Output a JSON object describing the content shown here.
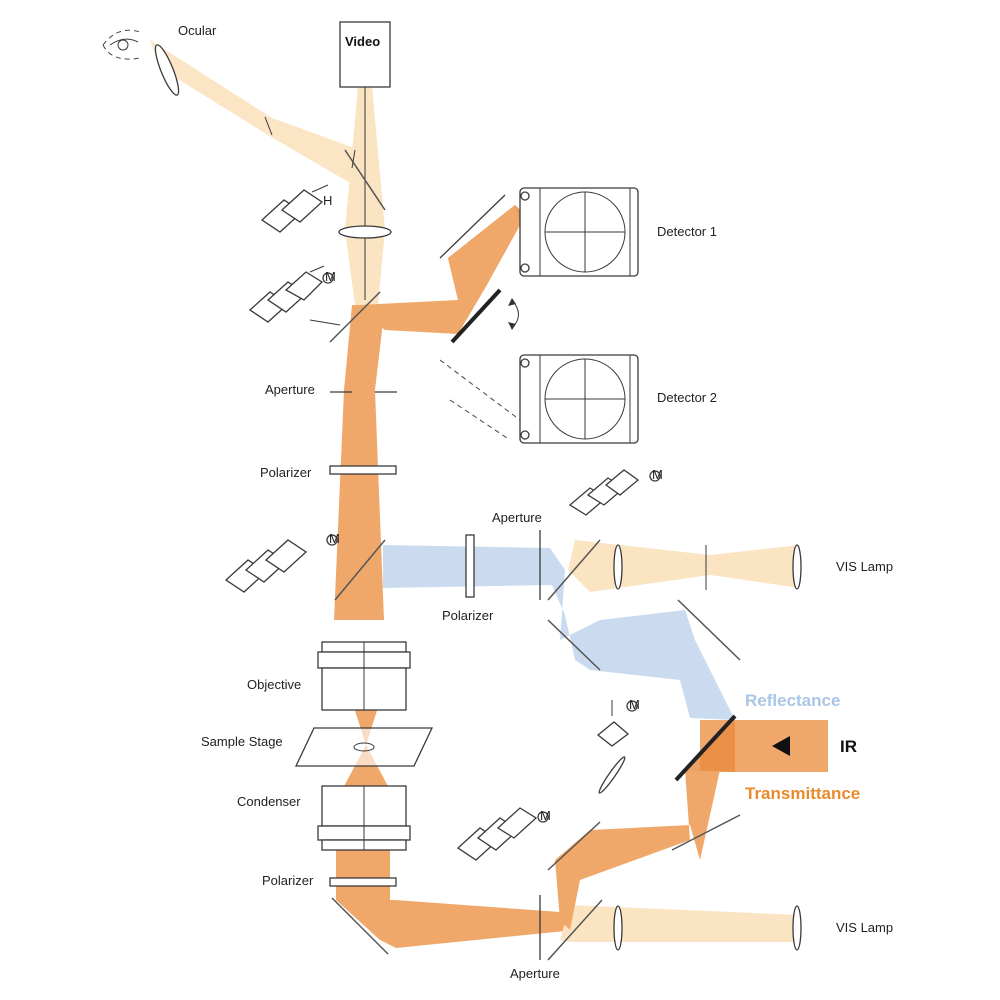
{
  "labels": {
    "ocular": "Ocular",
    "video": "Video",
    "detector1": "Detector 1",
    "detector2": "Detector 2",
    "aperture_upper": "Aperture",
    "polarizer_upper": "Polarizer",
    "aperture_mid": "Aperture",
    "polarizer_mid": "Polarizer",
    "vis_lamp_upper": "VIS Lamp",
    "objective": "Objective",
    "sample_stage": "Sample Stage",
    "condenser": "Condenser",
    "polarizer_lower": "Polarizer",
    "aperture_lower": "Aperture",
    "vis_lamp_lower": "VIS Lamp",
    "reflectance": "Reflectance",
    "ir": "IR",
    "transmittance": "Transmittance",
    "motor_m": "M",
    "manual_h": "H"
  },
  "colors": {
    "ir_orange": "#f0a86a",
    "ir_orange_dark": "#e8893e",
    "vis_beam": "#fbe4c2",
    "reflect_blue": "#c8d9ee",
    "reflectance_text": "#a9c6e6",
    "transmittance_text": "#e98a2c"
  }
}
